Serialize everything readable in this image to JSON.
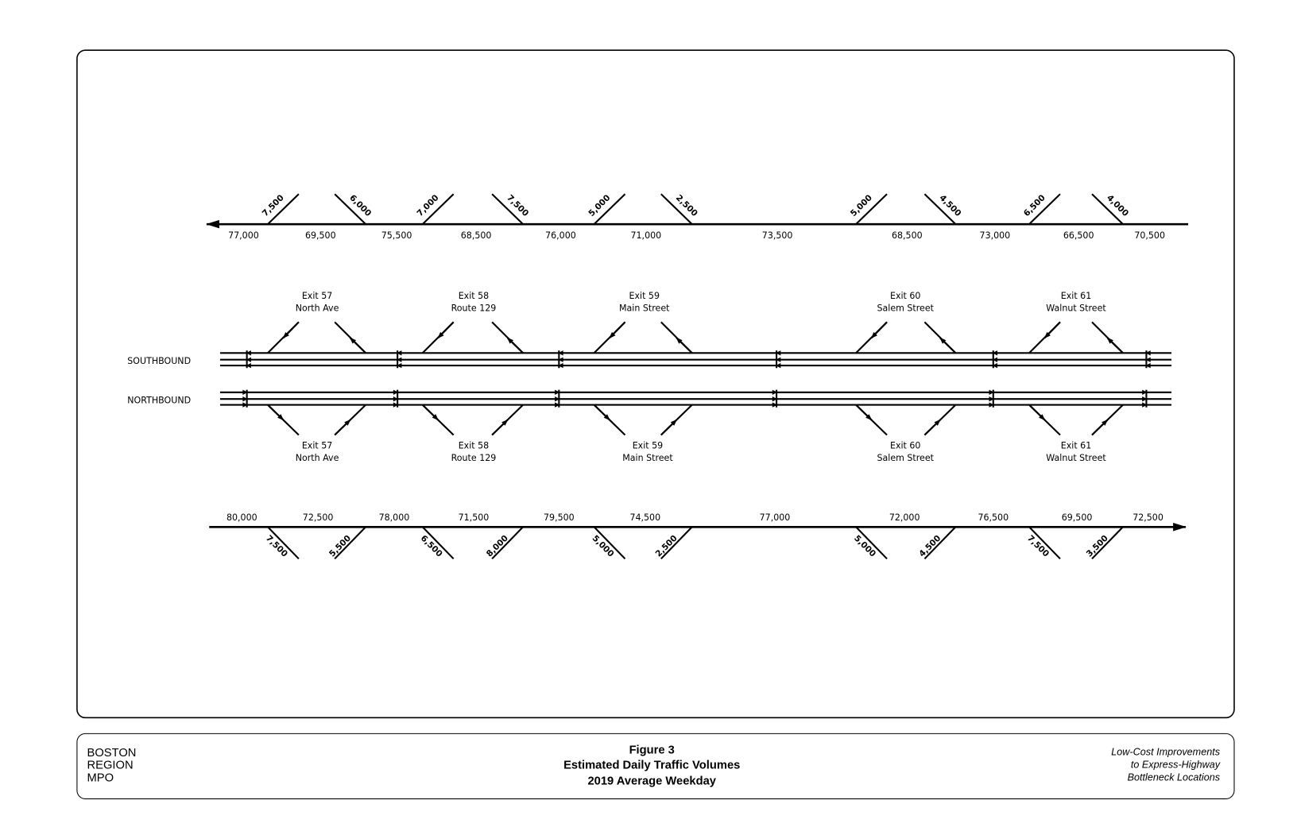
{
  "colors": {
    "line": "#000000",
    "background": "#ffffff"
  },
  "diagram": {
    "southbound_volumes": {
      "ramps": [
        "7,500",
        "6,000",
        "7,000",
        "7,500",
        "5,000",
        "2,500",
        "5,000",
        "4,500",
        "6,500",
        "4,000"
      ],
      "mainline": [
        "77,000",
        "69,500",
        "75,500",
        "68,500",
        "76,000",
        "71,000",
        "73,500",
        "68,500",
        "73,000",
        "66,500",
        "70,500"
      ]
    },
    "labels": {
      "southbound": "SOUTHBOUND",
      "northbound": "NORTHBOUND"
    },
    "exits_top": [
      {
        "exit": "Exit 57",
        "name": "North Ave"
      },
      {
        "exit": "Exit 58",
        "name": "Route 129"
      },
      {
        "exit": "Exit 59",
        "name": "Main Street"
      },
      {
        "exit": "Exit 60",
        "name": "Salem Street"
      },
      {
        "exit": "Exit 61",
        "name": "Walnut Street"
      }
    ],
    "exits_bottom": [
      {
        "exit": "Exit 57",
        "name": "North Ave"
      },
      {
        "exit": "Exit 58",
        "name": "Route 129"
      },
      {
        "exit": "Exit 59",
        "name": "Main Street"
      },
      {
        "exit": "Exit 60",
        "name": "Salem Street"
      },
      {
        "exit": "Exit 61",
        "name": "Walnut Street"
      }
    ],
    "northbound_volumes": {
      "mainline": [
        "80,000",
        "72,500",
        "78,000",
        "71,500",
        "79,500",
        "74,500",
        "77,000",
        "72,000",
        "76,500",
        "69,500",
        "72,500"
      ],
      "ramps": [
        "7,500",
        "5,500",
        "6,500",
        "8,000",
        "5,000",
        "2,500",
        "5,000",
        "4,500",
        "7,500",
        "3,500"
      ]
    }
  },
  "footer": {
    "org": [
      "BOSTON",
      "REGION",
      "MPO"
    ],
    "figure": "Figure 3",
    "title": "Estimated Daily Traffic Volumes",
    "subtitle": "2019 Average Weekday",
    "project": [
      "Low-Cost Improvements",
      "to Express-Highway",
      "Bottleneck Locations"
    ]
  }
}
